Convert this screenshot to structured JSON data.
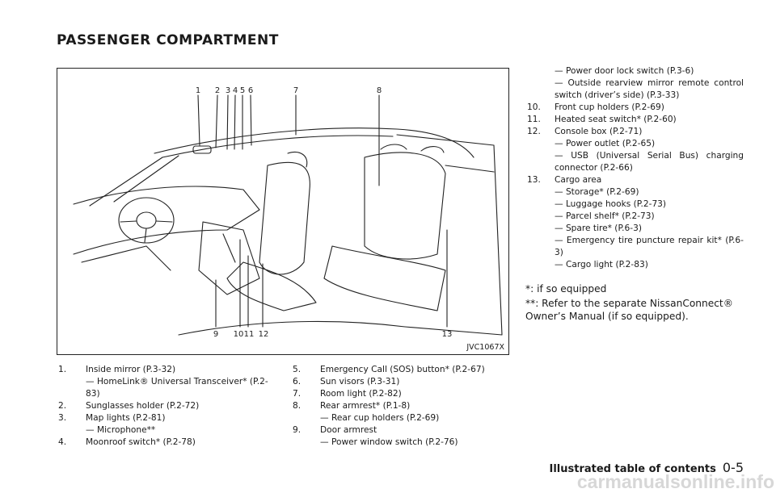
{
  "page": {
    "title": "PASSENGER COMPARTMENT",
    "figure_code": "JVC1067X",
    "callouts_top": [
      "1",
      "2",
      "3",
      "4",
      "5",
      "6",
      "7",
      "8"
    ],
    "callouts_bottom": [
      "9",
      "10",
      "11",
      "12",
      "13"
    ]
  },
  "items_col1": [
    {
      "num": "1.",
      "text": "Inside mirror (P.3-32)"
    },
    {
      "sub": "— HomeLink® Universal Transceiver* (P.2-83)"
    },
    {
      "num": "2.",
      "text": "Sunglasses holder (P.2-72)"
    },
    {
      "num": "3.",
      "text": "Map lights (P.2-81)"
    },
    {
      "sub": "— Microphone**"
    },
    {
      "num": "4.",
      "text": "Moonroof switch* (P.2-78)"
    }
  ],
  "items_col2": [
    {
      "num": "5.",
      "text": "Emergency Call (SOS) button* (P.2-67)"
    },
    {
      "num": "6.",
      "text": "Sun visors (P.3-31)"
    },
    {
      "num": "7.",
      "text": "Room light (P.2-82)"
    },
    {
      "num": "8.",
      "text": "Rear armrest* (P.1-8)"
    },
    {
      "sub": "— Rear cup holders (P.2-69)"
    },
    {
      "num": "9.",
      "text": "Door armrest"
    },
    {
      "sub": "— Power window switch (P.2-76)"
    }
  ],
  "items_col3": [
    {
      "sub": "— Power door lock switch (P.3-6)"
    },
    {
      "sub": "— Outside rearview mirror remote control switch (driver’s side) (P.3-33)"
    },
    {
      "num": "10.",
      "text": "Front cup holders (P.2-69)"
    },
    {
      "num": "11.",
      "text": "Heated seat switch* (P.2-60)"
    },
    {
      "num": "12.",
      "text": "Console box (P.2-71)"
    },
    {
      "sub": "— Power outlet (P.2-65)"
    },
    {
      "sub": "— USB (Universal Serial Bus) charging connector (P.2-66)"
    },
    {
      "num": "13.",
      "text": "Cargo area"
    },
    {
      "sub": "— Storage* (P.2-69)"
    },
    {
      "sub": "— Luggage hooks (P.2-73)"
    },
    {
      "sub": "— Parcel shelf* (P.2-73)"
    },
    {
      "sub": "— Spare tire* (P.6-3)"
    },
    {
      "sub": "— Emergency tire puncture repair kit* (P.6-3)"
    },
    {
      "sub": "— Cargo light (P.2-83)"
    }
  ],
  "notes": [
    "*: if so equipped",
    "**: Refer to the separate NissanConnect® Owner’s Manual (if so equipped)."
  ],
  "footer": {
    "section": "Illustrated table of contents",
    "page": "0-5"
  },
  "watermark": "carmanualsonline.info"
}
